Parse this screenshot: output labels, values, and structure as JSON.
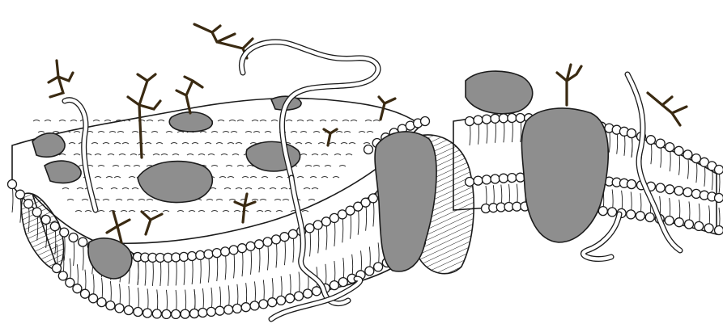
{
  "diagram": {
    "subject": "",
    "colors": {
      "protein": "#8e8e8e",
      "carbohydrate": "#3a2a12",
      "outline": "#1b1b1b",
      "background": "#ffffff"
    },
    "components": [
      "phospholipid-bilayer",
      "integral-proteins",
      "peripheral-proteins",
      "glycoprotein-chains",
      "cytoskeletal-filaments",
      "cholesterol"
    ]
  }
}
